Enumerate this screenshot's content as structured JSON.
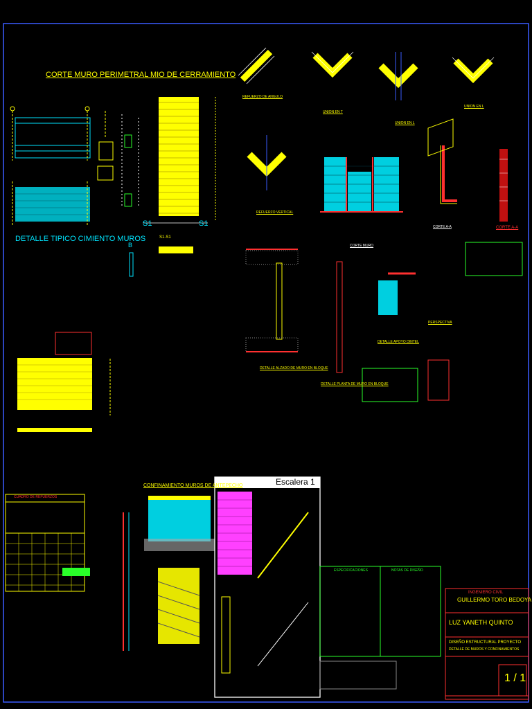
{
  "sheet": {
    "title_muro": "CORTE MURO PERIMETRAL MIO DE CERRAMIENTO",
    "title_cimiento": "DETALLE TIPICO CIMIENTO MUROS",
    "section_marks": [
      "S1",
      "S1",
      "B"
    ],
    "section_label_small": "S1-S1",
    "title_escalera": "Escalera 1",
    "title_confinamiento": "CONFINAMIENTO MUROS DE ANTEPECHO",
    "labels": {
      "refuerzo_a": "REFUERZO DE ANGULO",
      "union_l": "UNION EN L",
      "union_l2": "UNION EN L",
      "union_t": "UNION EN T",
      "corte_a": "CORTE A-A",
      "corte_b": "CORTE A-A",
      "corte_muro": "CORTE MURO",
      "refuerzo_vert": "REFUERZO VERTICAL",
      "detalle_apoyo": "DETALLE APOYO DINTEL",
      "detalle_planta": "DETALLE PLANTA DE MURO EN BLOQUE",
      "detalle_alzado": "DETALLE ALZADO DE MURO EN BLOQUE",
      "perspectiva": "PERSPECTIVA",
      "especificaciones": "ESPECIFICACIONES",
      "notas": "NOTAS DE DISEÑO",
      "cuadro": "CUADRO DE REFUERZOS"
    },
    "title_block": {
      "line1": "INGENIERO CIVIL",
      "line2": "GUILLERMO TORO BEDOYA",
      "line3": "LUZ YANETH QUINTO",
      "line4": "DISEÑO ESTRUCTURAL PROYECTO",
      "line5": "DETALLE DE MUROS Y CONFINAMIENTOS",
      "sheet_no": "1 / 1"
    }
  }
}
